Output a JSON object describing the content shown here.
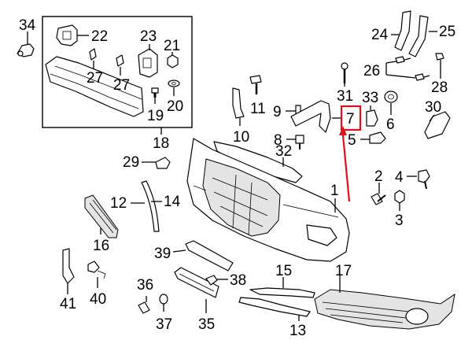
{
  "diagram": {
    "highlight_color": "#e0101a",
    "highlighted_callout": "7",
    "inset_callout": "18",
    "callouts": [
      {
        "id": "34",
        "text": "34"
      },
      {
        "id": "22",
        "text": "22"
      },
      {
        "id": "23",
        "text": "23"
      },
      {
        "id": "21",
        "text": "21"
      },
      {
        "id": "27a",
        "text": "27"
      },
      {
        "id": "27b",
        "text": "27"
      },
      {
        "id": "20",
        "text": "20"
      },
      {
        "id": "19",
        "text": "19"
      },
      {
        "id": "18",
        "text": "18"
      },
      {
        "id": "24",
        "text": "24"
      },
      {
        "id": "25",
        "text": "25"
      },
      {
        "id": "26",
        "text": "26"
      },
      {
        "id": "28",
        "text": "28"
      },
      {
        "id": "31",
        "text": "31"
      },
      {
        "id": "33",
        "text": "33"
      },
      {
        "id": "6",
        "text": "6"
      },
      {
        "id": "30",
        "text": "30"
      },
      {
        "id": "11",
        "text": "11"
      },
      {
        "id": "9",
        "text": "9"
      },
      {
        "id": "7",
        "text": "7"
      },
      {
        "id": "10",
        "text": "10"
      },
      {
        "id": "8",
        "text": "8"
      },
      {
        "id": "5",
        "text": "5"
      },
      {
        "id": "32",
        "text": "32"
      },
      {
        "id": "29",
        "text": "29"
      },
      {
        "id": "2",
        "text": "2"
      },
      {
        "id": "4",
        "text": "4"
      },
      {
        "id": "3",
        "text": "3"
      },
      {
        "id": "1",
        "text": "1"
      },
      {
        "id": "12",
        "text": "12"
      },
      {
        "id": "14",
        "text": "14"
      },
      {
        "id": "16",
        "text": "16"
      },
      {
        "id": "39",
        "text": "39"
      },
      {
        "id": "38",
        "text": "38"
      },
      {
        "id": "15",
        "text": "15"
      },
      {
        "id": "17",
        "text": "17"
      },
      {
        "id": "41",
        "text": "41"
      },
      {
        "id": "40",
        "text": "40"
      },
      {
        "id": "36",
        "text": "36"
      },
      {
        "id": "37",
        "text": "37"
      },
      {
        "id": "35",
        "text": "35"
      },
      {
        "id": "13",
        "text": "13"
      }
    ]
  }
}
